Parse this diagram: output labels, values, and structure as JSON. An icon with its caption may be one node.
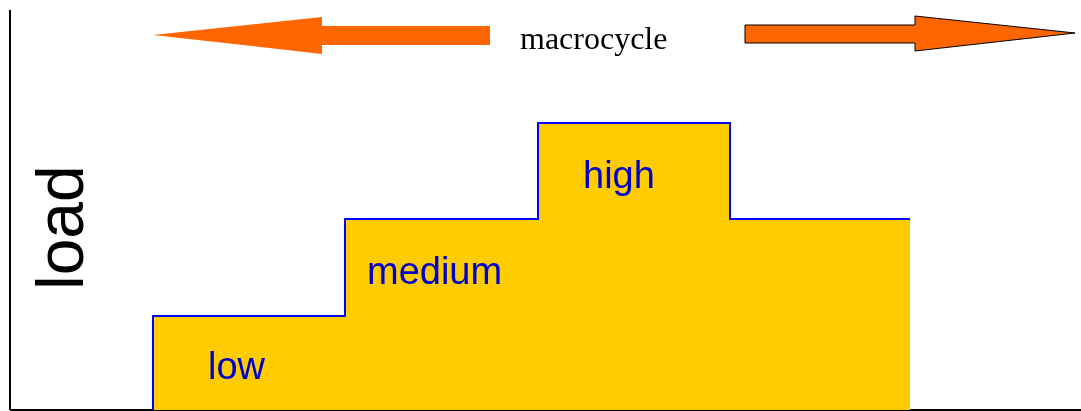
{
  "diagram": {
    "labels": [
      "macrocycle",
      "load",
      "low",
      "medium",
      "high"
    ]
  }
}
